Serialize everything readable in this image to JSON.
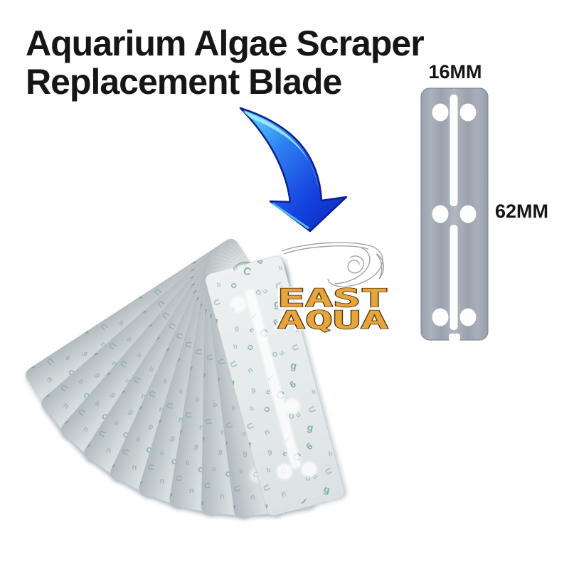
{
  "title": {
    "line1": "Aquarium Algae Scraper",
    "line2": "Replacement Blade"
  },
  "blade_diagram": {
    "width_label": "16MM",
    "length_label": "62MM"
  },
  "brand": {
    "name_line1": "EAST",
    "name_line2": "AQUA"
  },
  "fan": {
    "count": 10,
    "angle_start_deg": -15,
    "angle_step_deg": 8,
    "print_glyphs": [
      "6",
      "9",
      "C",
      "U",
      "O",
      "o",
      "g",
      "n",
      "l",
      "b",
      "c",
      "u"
    ]
  },
  "colors": {
    "title_black": "#161616",
    "blade_gray": "#a2aab5",
    "blade_edge": "#818a96",
    "paper_light": "#eef1f1",
    "paper_dark": "#dce2e4",
    "print_green": "#4a9183",
    "arrow_cyan": "#62e8fb",
    "arrow_deep_blue": "#0b28b8",
    "arrow_outline": "#0e1f96",
    "brand_orange": "#e8a43c",
    "brand_outline": "#4e3608",
    "fish_outline_gray": "#8f968f"
  }
}
